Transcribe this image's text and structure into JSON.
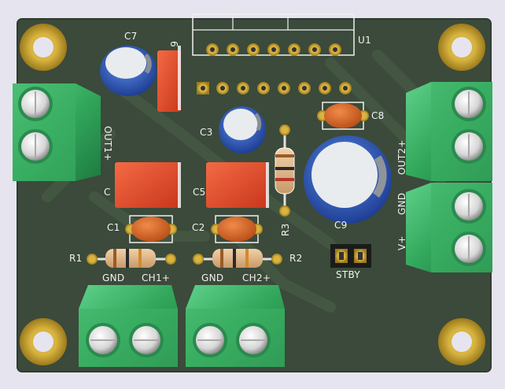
{
  "board": {
    "colors": {
      "background": "#e6e4ee",
      "board": "#3b4a3a",
      "pad": "#c9a233",
      "terminal": "#3fb468",
      "capacitor": "#e46624",
      "electrolytic": "#3b6fd0"
    },
    "labels": {
      "u1": "U1",
      "c7": "C7",
      "c6_partial": "6",
      "c3": "C3",
      "c8": "C8",
      "c4_partial": "C",
      "c5": "C5",
      "c1": "C1",
      "c2": "C2",
      "c9": "C9",
      "r1": "R1",
      "r2": "R2",
      "r3": "R3",
      "out1": "OUT1+",
      "out2": "OUT2+",
      "gnd_right": "GND",
      "vplus": "V+",
      "stby": "STBY",
      "gnd1": "GND",
      "ch1": "CH1+",
      "gnd2": "GND",
      "ch2": "CH2+"
    }
  }
}
